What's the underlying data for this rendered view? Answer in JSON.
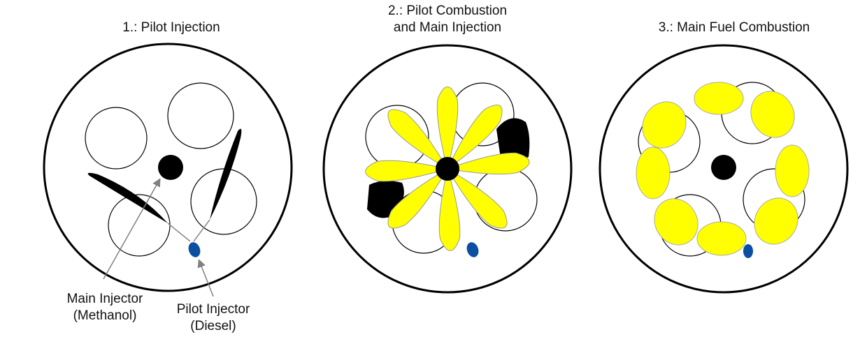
{
  "panels": [
    {
      "title": "1.: Pilot Injection",
      "title_line2": ""
    },
    {
      "title": "2.: Pilot Combustion",
      "title_line2": "and Main Injection"
    },
    {
      "title": "3.: Main Fuel Combustion",
      "title_line2": ""
    }
  ],
  "labels": {
    "main_injector": "Main Injector",
    "main_injector_fuel": "(Methanol)",
    "pilot_injector": "Pilot Injector",
    "pilot_injector_fuel": "(Diesel)"
  },
  "colors": {
    "flame": "#ffff00",
    "pilot": "#0b4ea2",
    "soot": "#000000",
    "arrow": "#808080"
  }
}
